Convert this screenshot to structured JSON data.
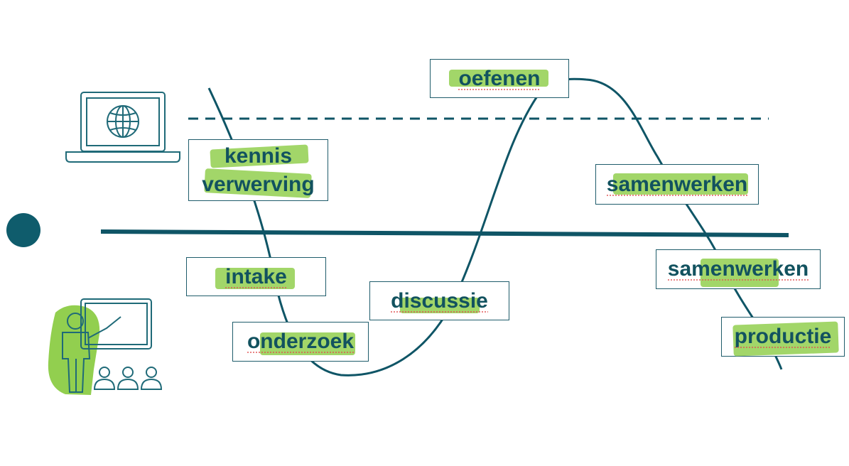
{
  "diagram": {
    "colors": {
      "line": "#0f5566",
      "highlight": "#92cf4f",
      "dot": "#0f5c6c"
    },
    "icons": [
      "laptop-globe-icon",
      "teacher-classroom-icon",
      "dot-marker-icon"
    ],
    "steps": {
      "kennis": "kennis",
      "verwerving": "verwerving",
      "intake": "intake",
      "onderzoek": "onderzoek",
      "discussie": "discussie",
      "oefenen": "oefenen",
      "samenwerken_top": "samenwerken",
      "samenwerken_bottom": "samenwerken",
      "productie": "productie"
    }
  }
}
